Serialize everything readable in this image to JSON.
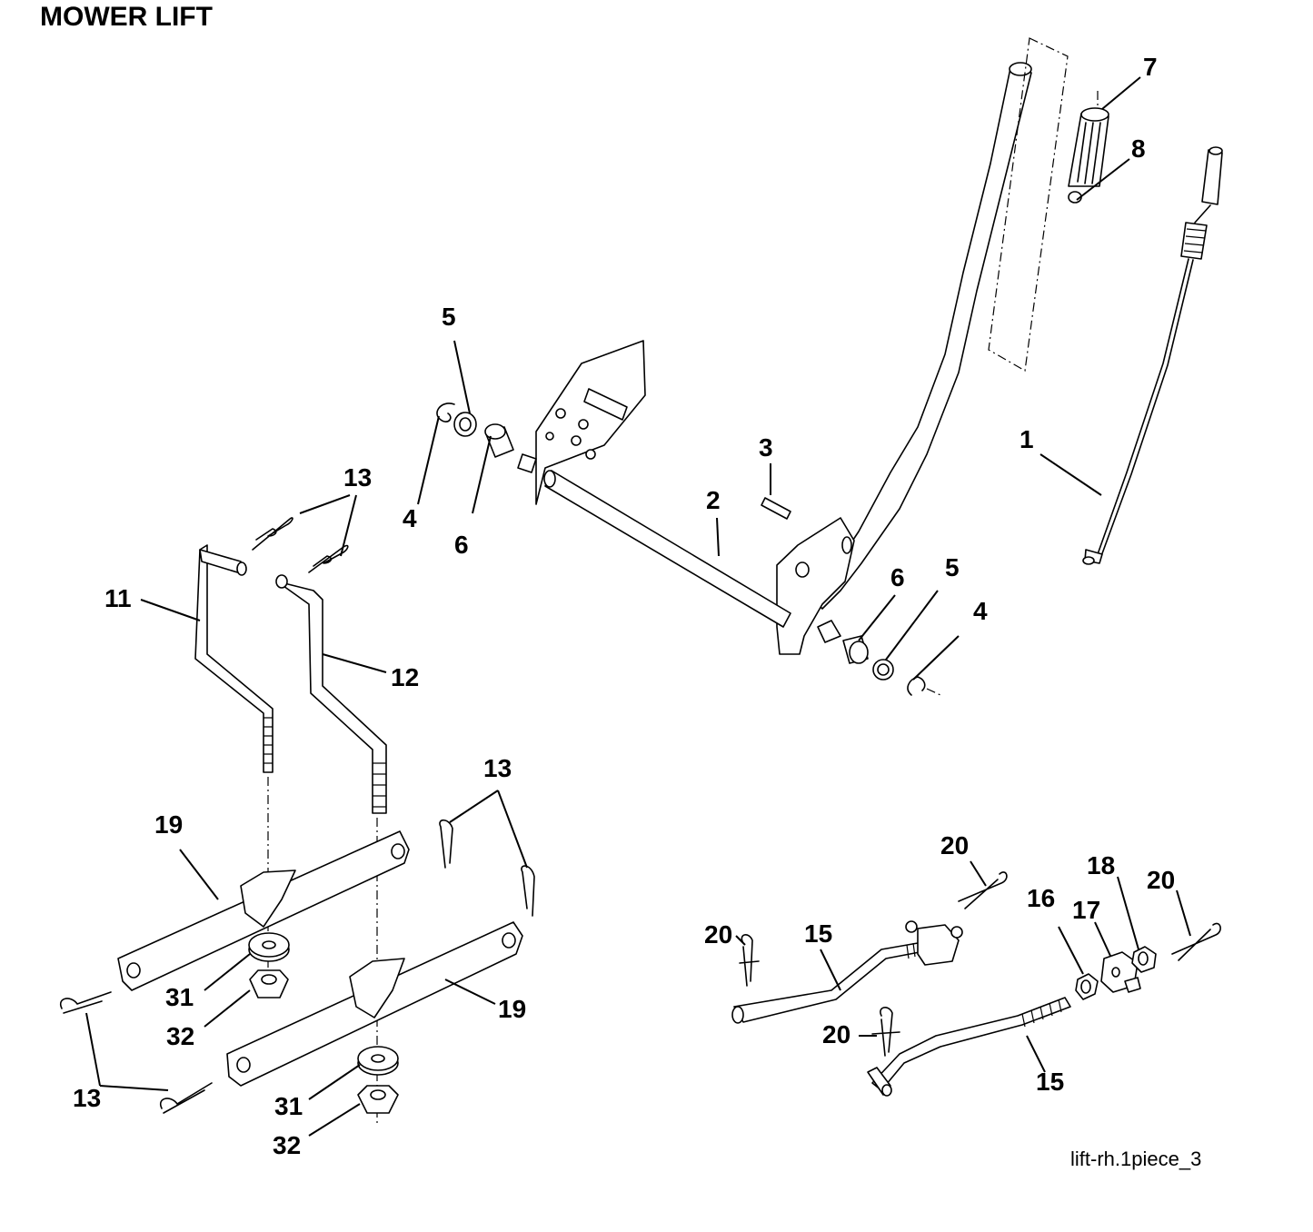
{
  "title": "MOWER LIFT",
  "figure_ref": "lift-rh.1piece_3",
  "callouts": {
    "c1": "1",
    "c2": "2",
    "c3": "3",
    "c4a": "4",
    "c4b": "4",
    "c5a": "5",
    "c5b": "5",
    "c6a": "6",
    "c6b": "6",
    "c7": "7",
    "c8": "8",
    "c11": "11",
    "c12": "12",
    "c13a": "13",
    "c13b": "13",
    "c13c": "13",
    "c15a": "15",
    "c15b": "15",
    "c16": "16",
    "c17": "17",
    "c18": "18",
    "c19a": "19",
    "c19b": "19",
    "c20a": "20",
    "c20b": "20",
    "c20c": "20",
    "c20d": "20",
    "c31a": "31",
    "c31b": "31",
    "c32a": "32",
    "c32b": "32"
  }
}
